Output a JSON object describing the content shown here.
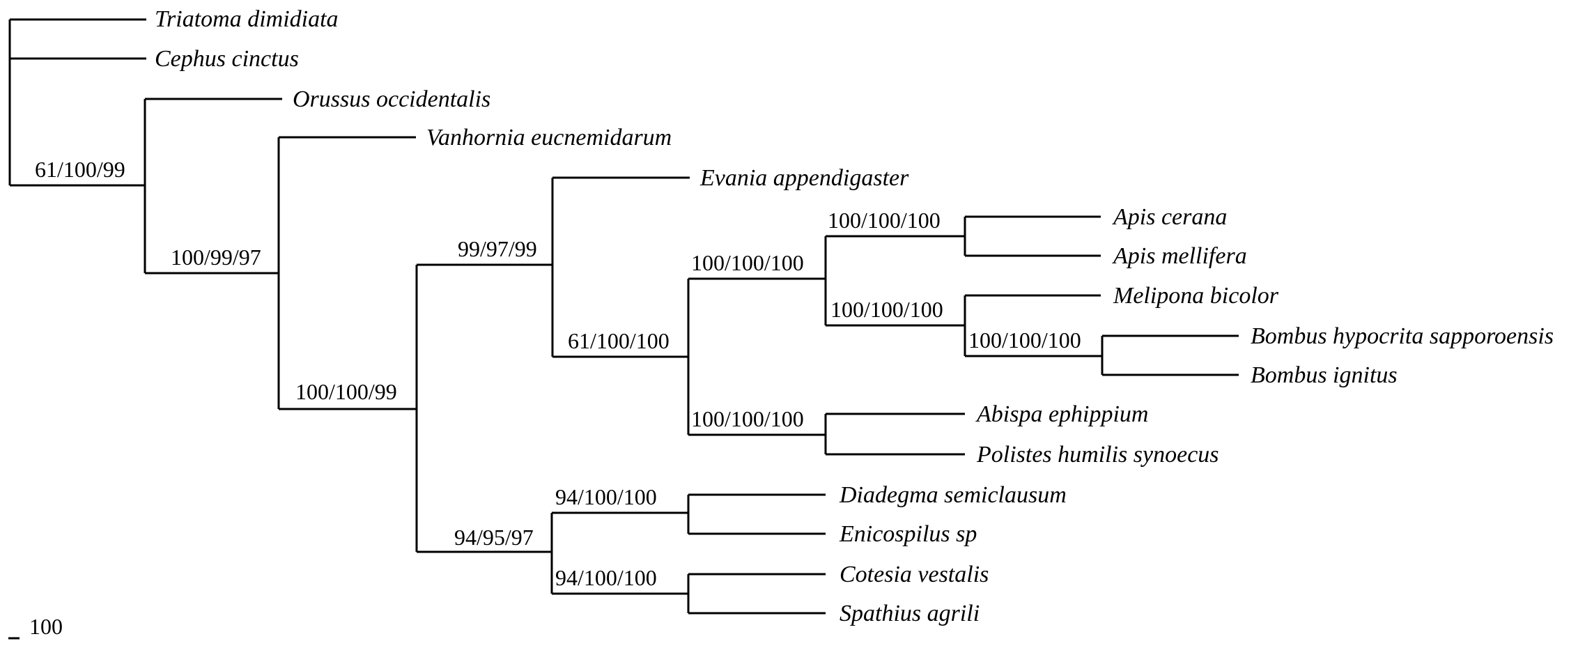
{
  "taxa": [
    "Triatoma dimidiata",
    "Cephus cinctus",
    "Orussus occidentalis",
    "Vanhornia eucnemidarum",
    "Evania appendigaster",
    "Apis cerana",
    "Apis mellifera",
    "Melipona bicolor",
    "Bombus hypocrita sapporoensis",
    "Bombus ignitus",
    "Abispa ephippium",
    "Polistes humilis synoecus",
    "Diadegma semiclausum",
    "Enicospilus sp",
    "Cotesia vestalis",
    "Spathius agrili"
  ],
  "support_values": [
    "61/100/99",
    "100/99/97",
    "100/100/99",
    "99/97/99",
    "61/100/100",
    "100/100/100",
    "100/100/100",
    "100/100/100",
    "100/100/100",
    "94/95/97",
    "100/100/100",
    "94/100/100"
  ],
  "scale_bar": {
    "label": "100"
  }
}
